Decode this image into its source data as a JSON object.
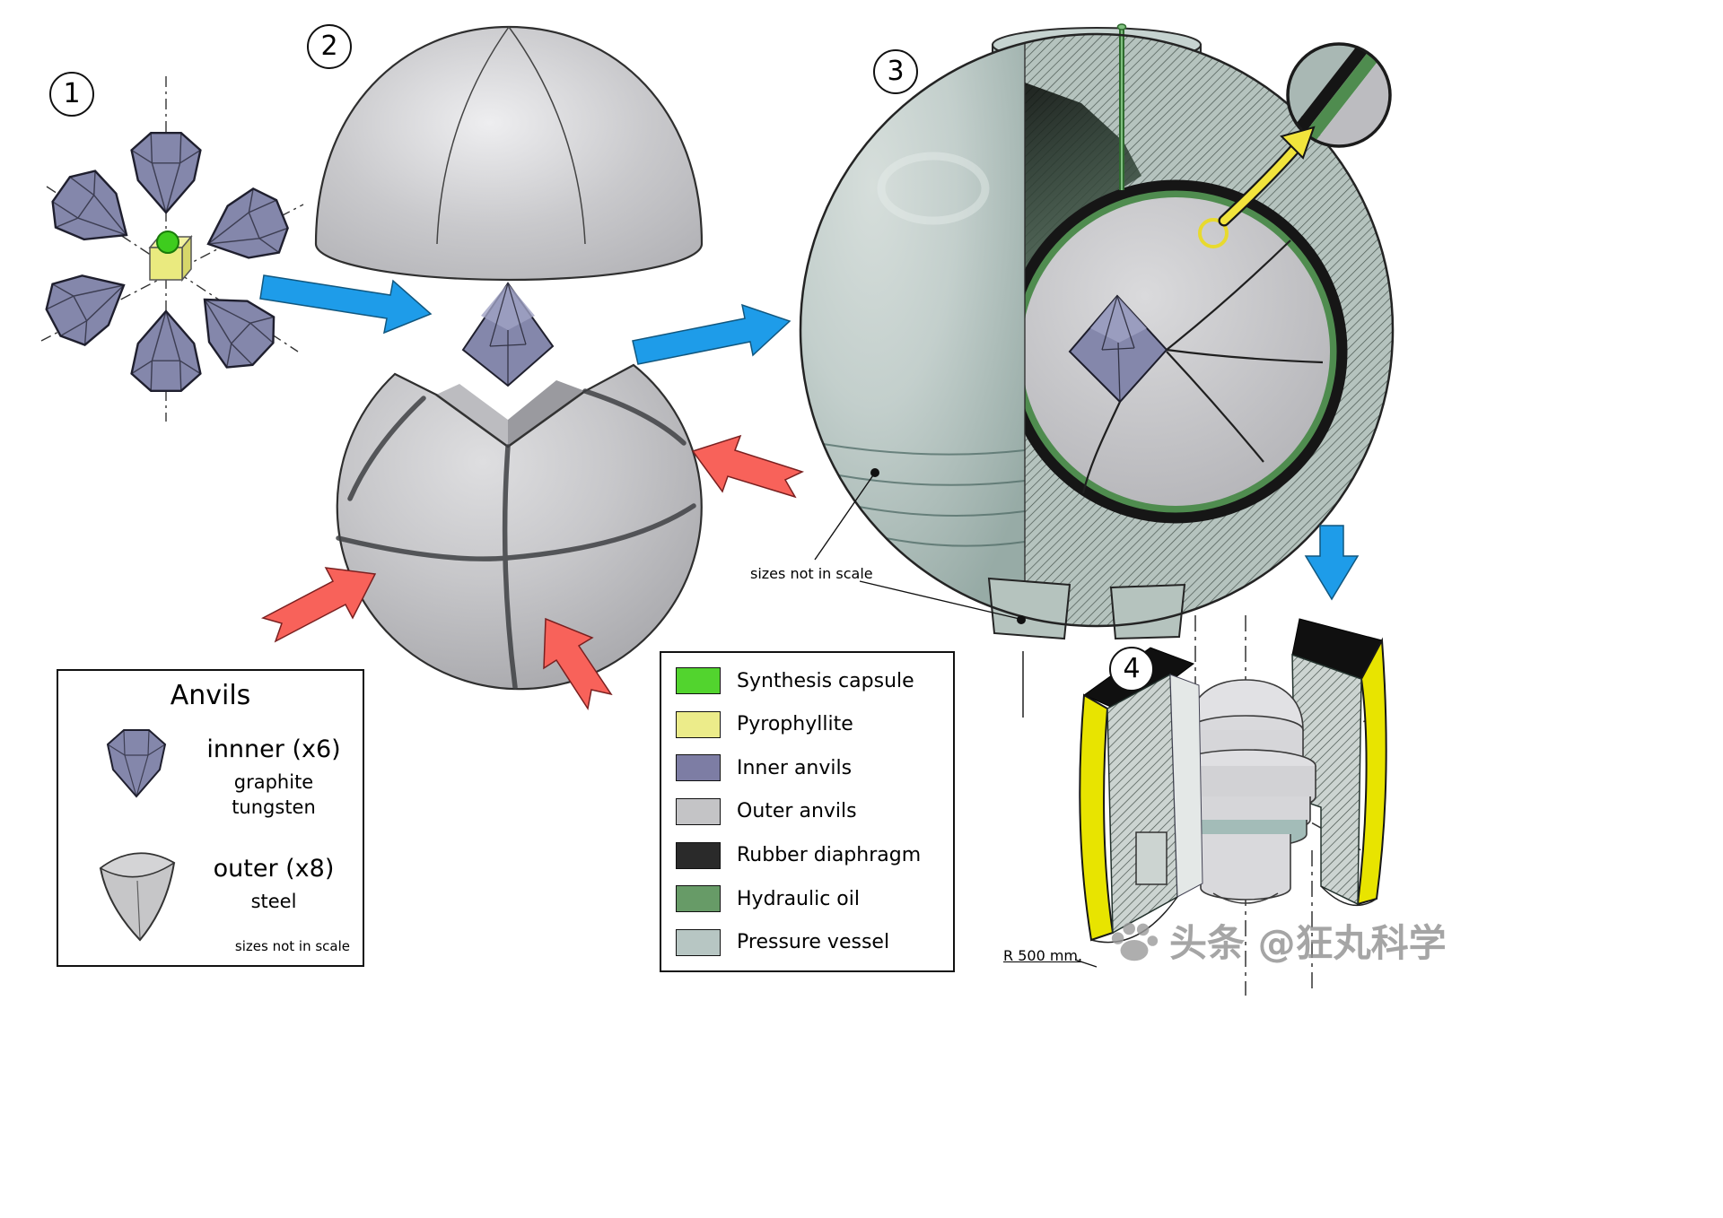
{
  "steps": [
    {
      "number": "1"
    },
    {
      "number": "2"
    },
    {
      "number": "3"
    },
    {
      "number": "4"
    }
  ],
  "annotations": {
    "sizes_note": "sizes not in scale",
    "radius_label": "R 500 mm."
  },
  "anvils_box": {
    "title": "Anvils",
    "inner": {
      "label": "innner (x6)",
      "materials": [
        "graphite",
        "tungsten"
      ]
    },
    "outer": {
      "label": "outer (x8)",
      "materials": [
        "steel"
      ]
    },
    "note": "sizes not in scale"
  },
  "legend": {
    "items": [
      {
        "label": "Synthesis capsule",
        "color": "#52d42e"
      },
      {
        "label": "Pyrophyllite",
        "color": "#ecec8a"
      },
      {
        "label": "Inner anvils",
        "color": "#7d7da4"
      },
      {
        "label": "Outer anvils",
        "color": "#c4c4c6"
      },
      {
        "label": "Rubber diaphragm",
        "color": "#2a2a2a"
      },
      {
        "label": "Hydraulic oil",
        "color": "#679b67"
      },
      {
        "label": "Pressure vessel",
        "color": "#b7c6c3"
      }
    ]
  },
  "colors": {
    "flow_arrow": "#1e9ce9",
    "press_arrow": "#f8625a",
    "highlight_arrow": "#f2e43c",
    "inner_anvil": "#8487ab",
    "vessel": "#b7c6c3",
    "hydraulic_oil": "#4f8c4f",
    "pyrophyllite": "#eaea7f",
    "capsule_green": "#3ecc1e",
    "press_yellow": "#e8e400"
  },
  "watermark": {
    "text": "头条 @狂丸科学"
  }
}
